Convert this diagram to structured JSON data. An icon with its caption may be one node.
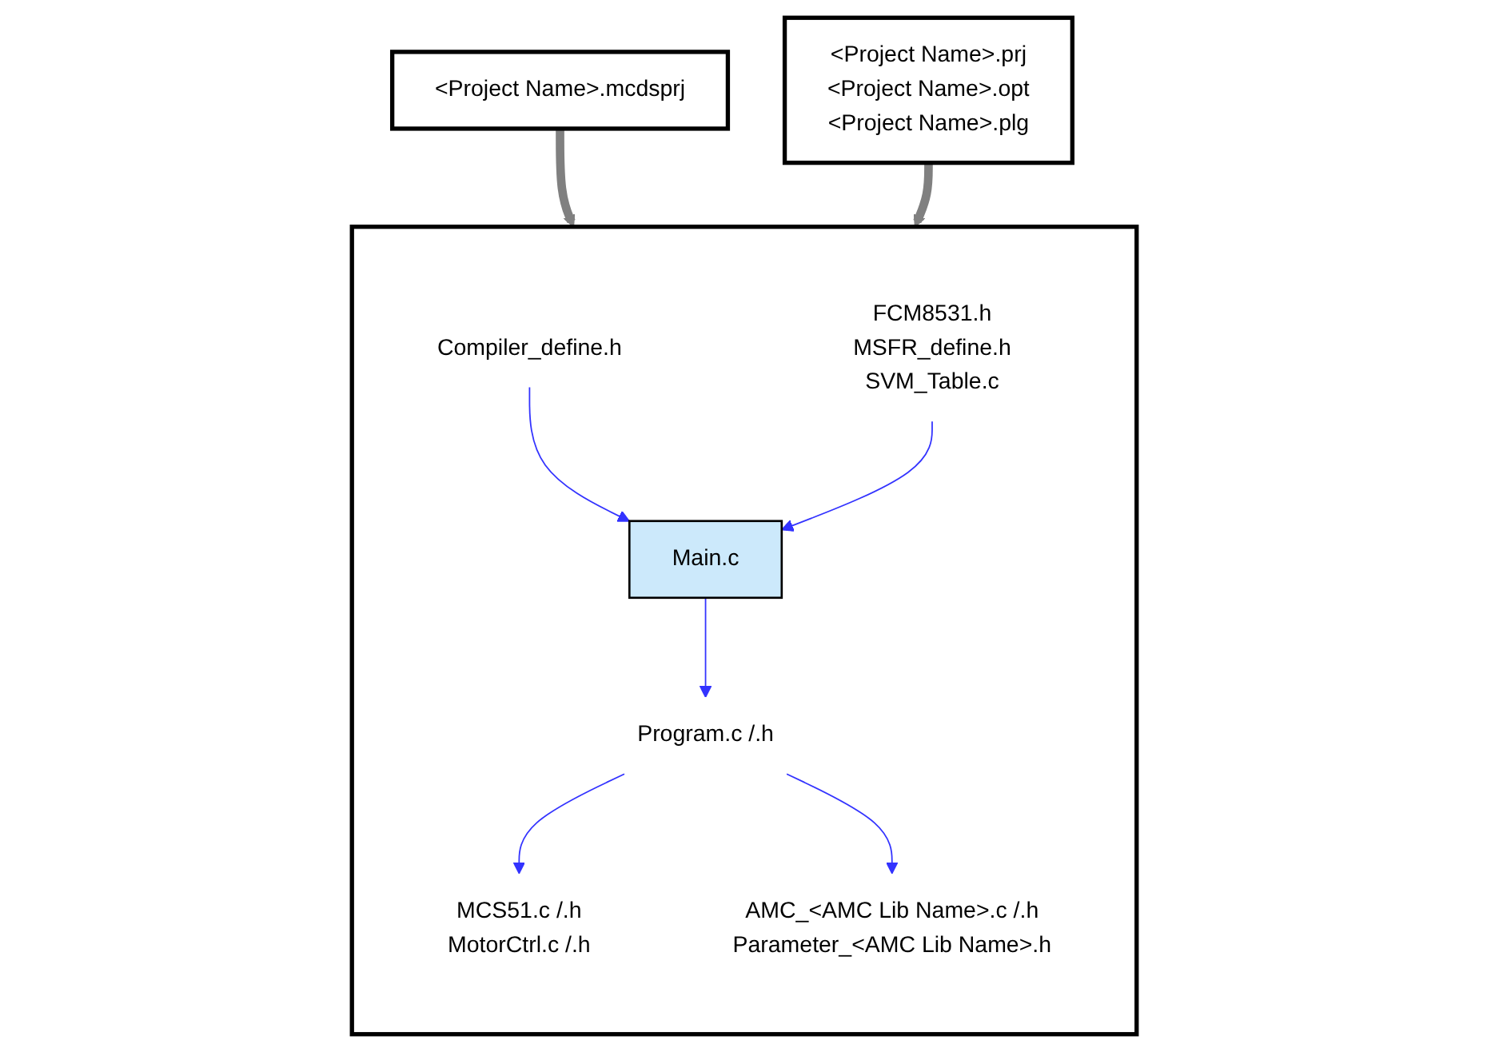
{
  "diagram": {
    "nodes": [
      {
        "text": [
          "<Project Name>.mcdsprj"
        ]
      },
      {
        "text": [
          "<Project Name>.prj",
          "<Project Name>.opt",
          "<Project Name>.plg"
        ]
      },
      {
        "text": [],
        "shape": "box"
      },
      {
        "text": [
          "Compiler_define.h"
        ],
        "in": 2
      },
      {
        "text": [
          "FCM8531.h",
          "MSFR_define.h",
          "SVM_Table.c"
        ],
        "in": 2
      },
      {
        "text": [
          "Main.c"
        ],
        "in": 2
      },
      {
        "text": [
          "Program.c /.h"
        ],
        "in": 2
      },
      {
        "text": [
          "MCS51.c /.h",
          "MotorCtrl.c /.h"
        ],
        "in": 2
      },
      {
        "text": [
          "AMC_<AMC Lib Name>.c /.h",
          "Parameter_<AMC Lib Name>.h"
        ],
        "in": 2
      }
    ],
    "edges": [
      {
        "from": 0,
        "to": 2,
        "arrow": "to",
        "style": "thick",
        "color": "#808080"
      },
      {
        "from": 1,
        "to": 2,
        "arrow": "to",
        "style": "thick",
        "color": "#808080"
      },
      {
        "from": 3,
        "to": 5,
        "arrow": "to"
      },
      {
        "from": 4,
        "to": 5,
        "arrow": "to"
      },
      {
        "from": 5,
        "to": 6,
        "arrow": "to"
      },
      {
        "from": 6,
        "to": 7,
        "arrow": "to"
      },
      {
        "from": 6,
        "to": 8,
        "arrow": "to"
      }
    ]
  }
}
